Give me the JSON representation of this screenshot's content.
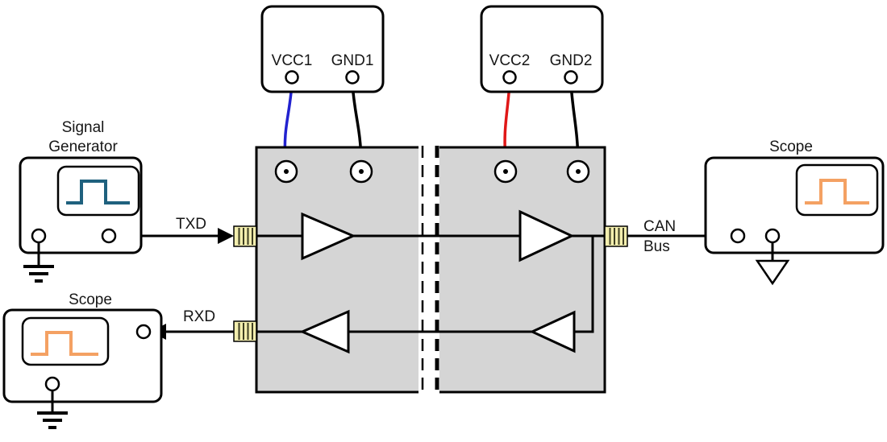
{
  "power_supply_1": {
    "vcc_label": "VCC1",
    "gnd_label": "GND1"
  },
  "power_supply_2": {
    "vcc_label": "VCC2",
    "gnd_label": "GND2"
  },
  "signal_generator": {
    "label_line1": "Signal",
    "label_line2": "Generator"
  },
  "scope_right": {
    "label": "Scope"
  },
  "scope_bottom": {
    "label": "Scope"
  },
  "nets": {
    "txd_label": "TXD",
    "rxd_label": "RXD",
    "can_bus_line1": "CAN",
    "can_bus_line2": "Bus"
  },
  "colors": {
    "vcc1_wire": "#2222cf",
    "vcc2_wire": "#e01717",
    "gnd_wire": "#000000",
    "signal_generator_waveform": "#1f617e",
    "scope_waveform": "#f4a163",
    "dut_fill": "#d5d5d5",
    "connector_fill": "#f3eeae"
  }
}
